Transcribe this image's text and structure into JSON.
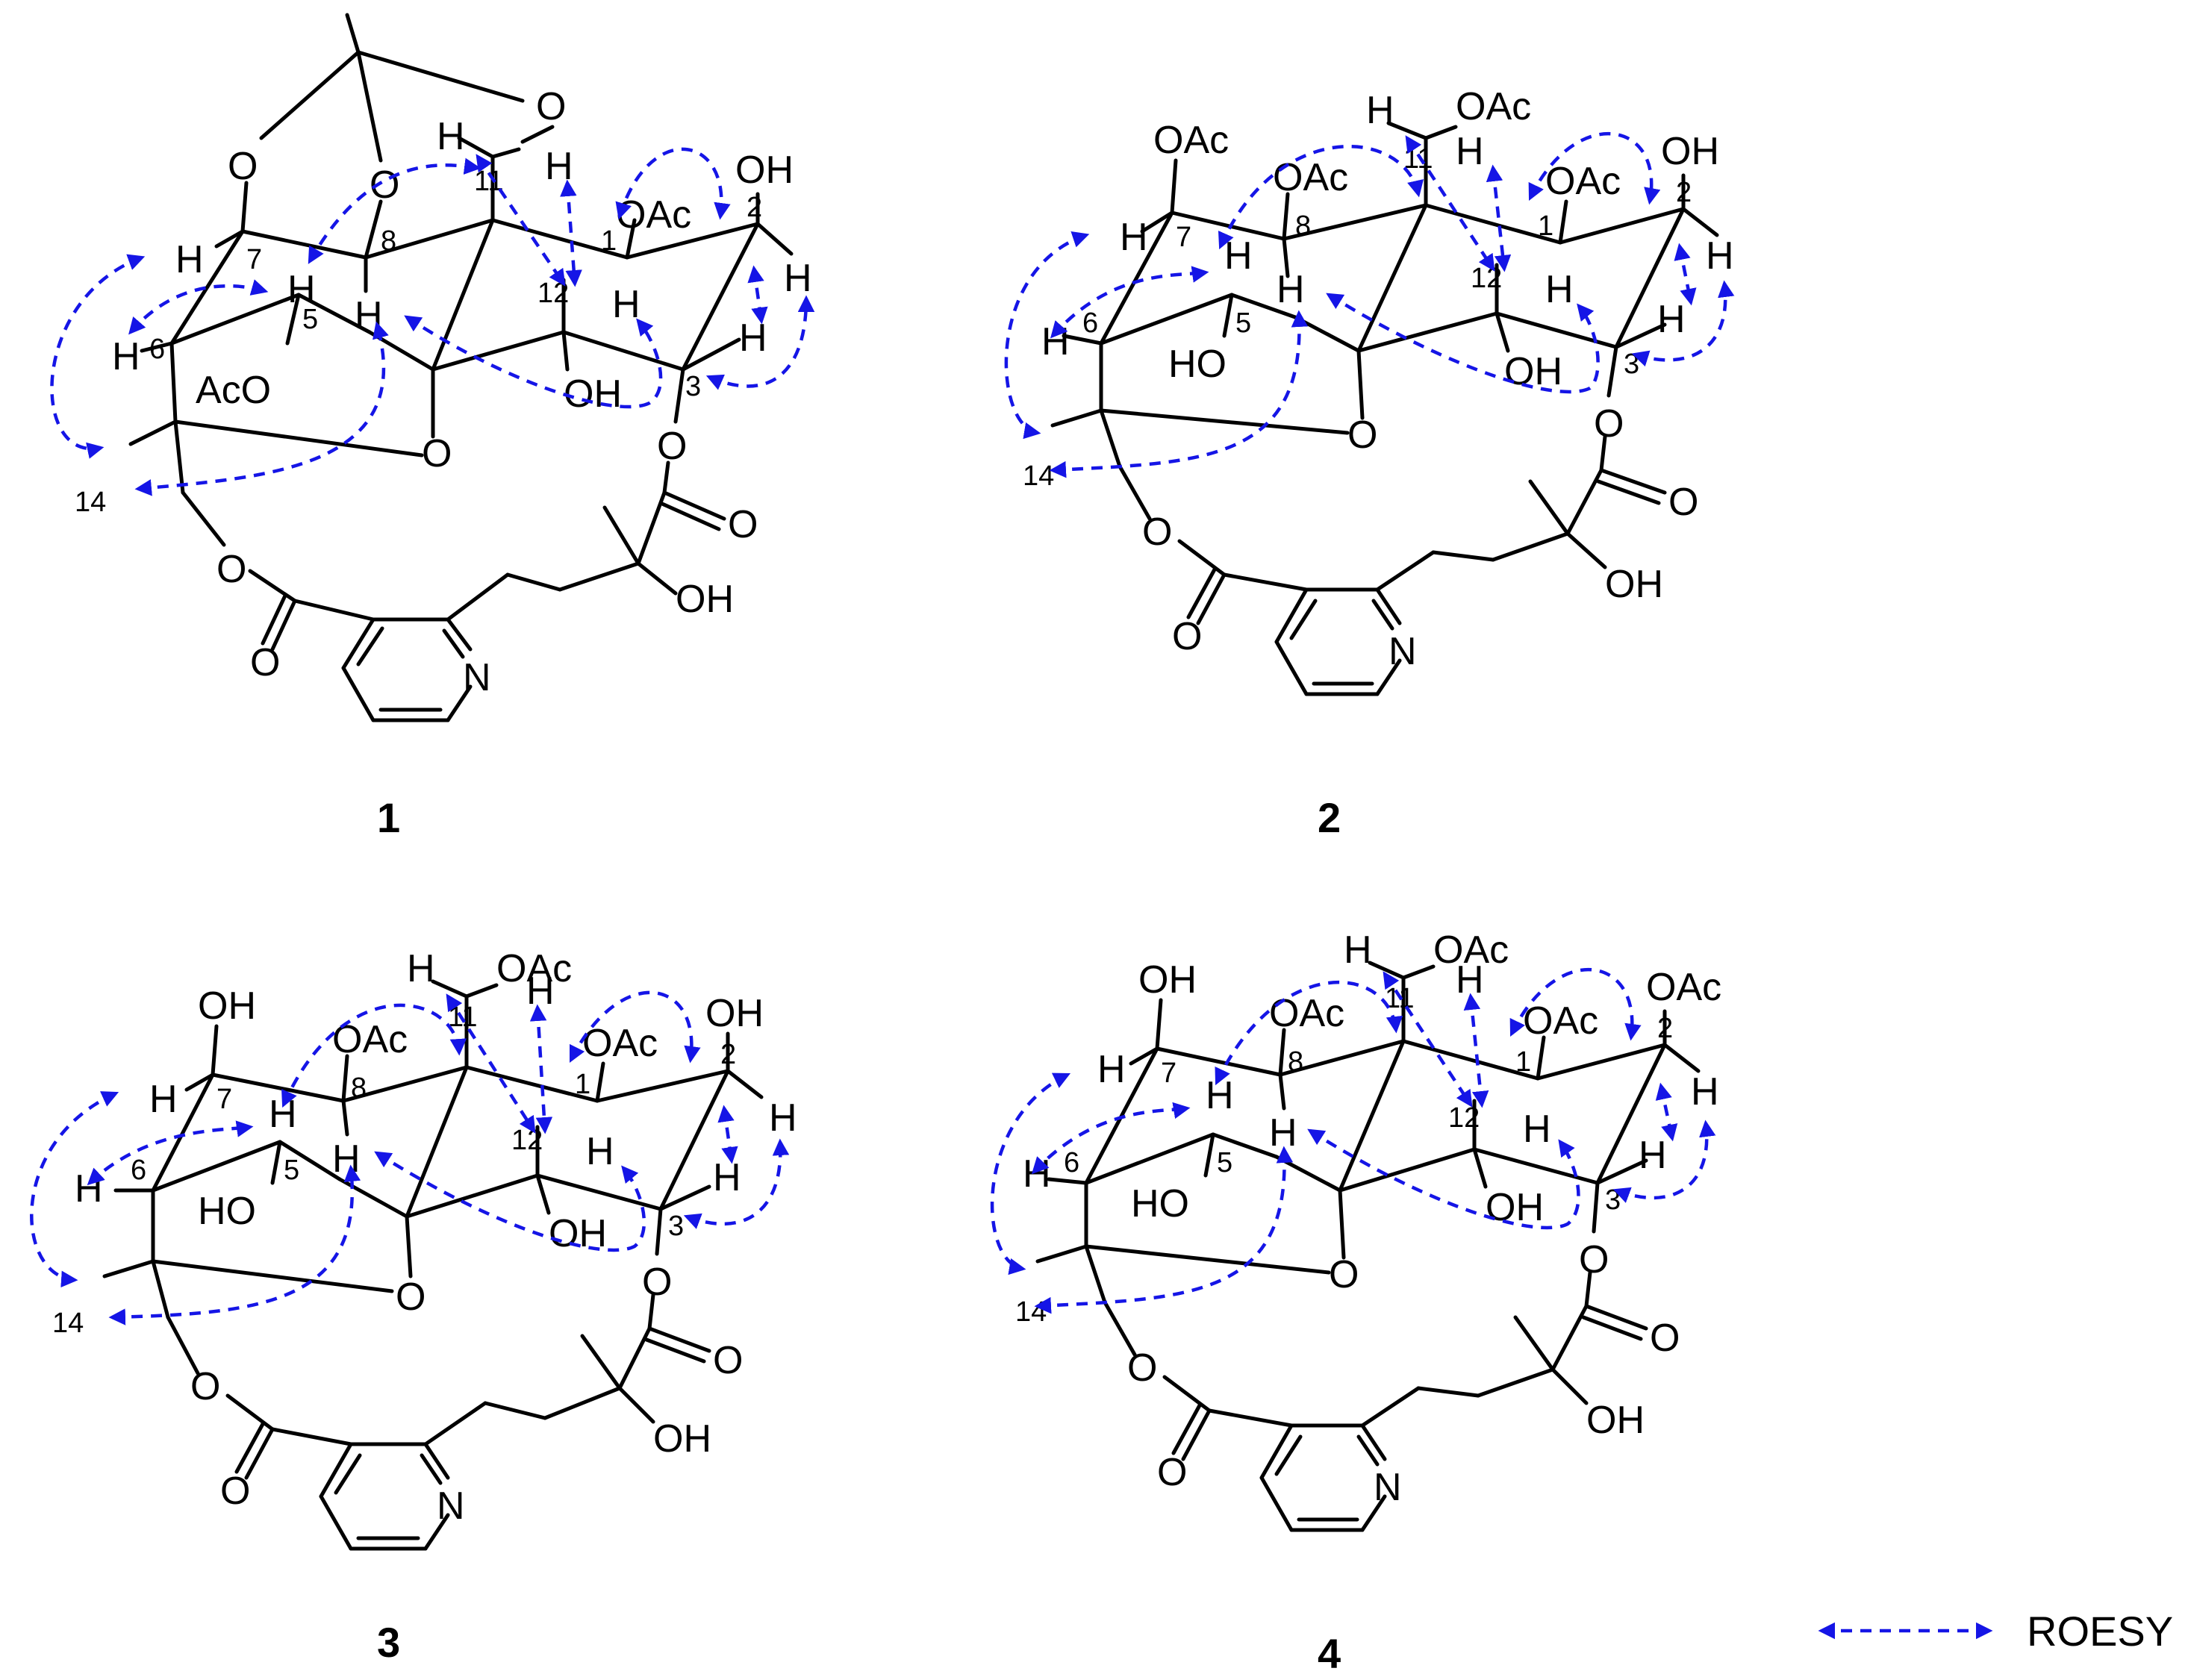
{
  "legend": {
    "label": "ROESY",
    "color": "#1515e6"
  },
  "atoms": {
    "oac": "OAc",
    "aco": "AcO",
    "oh": "OH",
    "ho": "HO",
    "o": "O",
    "n": "N",
    "h": "H"
  },
  "locants": [
    "1",
    "2",
    "3",
    "5",
    "6",
    "7",
    "8",
    "11",
    "12",
    "14"
  ],
  "compounds": [
    {
      "id": "1",
      "label": "1"
    },
    {
      "id": "2",
      "label": "2"
    },
    {
      "id": "3",
      "label": "3"
    },
    {
      "id": "4",
      "label": "4"
    }
  ]
}
